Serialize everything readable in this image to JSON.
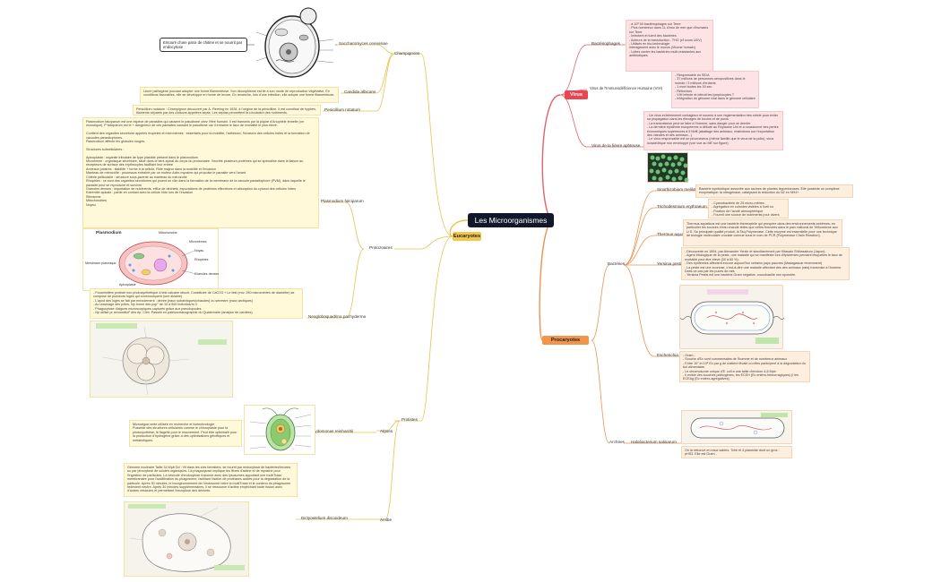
{
  "root": {
    "title": "Les Microorganismes"
  },
  "colors": {
    "virus": "#e8474f",
    "eucaryotes": "#f4c64c",
    "procaryotes": "#f29449",
    "root": "#10182a",
    "link_eu": "#e8c24a",
    "link_vir": "#e0636a",
    "link_pro": "#ea9452"
  },
  "branches": {
    "virus": {
      "label": "Virus",
      "children": {
        "bacteriophages": {
          "label": "Bactériophages",
          "text": "- à 10³ 50 bactériophages sur Terre\n- Plus nombreux dans 1L d'eau de mer que d'humains sur Terre\n- Infectent et tuent des bactéries\n- Acteurs de la transduction - THG (cf cours UDV)\n- Utilisés en bio-technologie\n                          Interagissent avec le mucus (Virome humain)\n- Luttes contre les bactéries multi-résistantes aux antibiotiques"
        },
        "vih": {
          "label": "Virus de l'Immunodéficience Humaine (VIH)",
          "text": "- Responsable du SIDA\n- 37 millions de personnes séropositives dans le monde / 2 millions d'enfants\n- 1 mort toutes les 30 sec\n- Rétrovirus\n- VIH infecte et détruit les lymphocytes T\n- Intégration du génome viral dans le génome cellulaire"
        },
        "fievre": {
          "label": "Virus de la fièvre aphteuse",
          "text": "- Un virus extrêmement contagieux et soumis à une réglementation très stricte pour éviter sa propagation dans les élevages de bovins et de porcs\n- La transmission peut se faire à l'homme, sans danger pour ce dernier\n- La dernière épidémie européenne a débuté au Royaume Uni et a occasionné des pertes économiques supérieures à 5 Md€ (abattage des animaux, restrictions sur l'exportation des viandes et des animaux...)\n- Le virus responsable est un picornavirus (même famille que le virus de la polio), virus icosaédrique non enveloppé (voir vue au ME sur figure)"
        }
      }
    },
    "eucaryotes": {
      "label": "Eucaryotes",
      "children": {
        "champignons": {
          "label": "Champignons"
        },
        "saccharomyces": {
          "label": "Saccharomyces cerevisiae"
        },
        "callout": {
          "text": "Entouré d'une paroi de chitine et se nourrit par\nendocytose"
        },
        "candida": {
          "label": "Candida albicans",
          "text": "Leure pathogène pouvant adopter une forme filamenteuse. Son dimorphisme est lié à son mode de reproduction végétative. En conditions favorables, elle se développe en forme de levure. En revanche, lors d'une infection, elle adopte une forme filamenteuse."
        },
        "penicillium": {
          "label": "Penicillium notatum",
          "text": "Penicillium notatum : Champignon découvert par A. Fleming en 1928, à l'origine de la pénicilline. Il est constitué de hyphes, filaments séparés par des cloisons appelées septa. Les septas permettent la circulation des nutriments."
        },
        "protozoaires": {
          "label": "Protozoaires"
        },
        "plasmodium": {
          "label": "Plasmodium falciparum",
          "text": "Plasmodium falciparum est une espèce de parasites qui causent le paludisme chez l'être humain. Il est transmis par la piqûre d'Anophèle femelle (un moustique). P falciparum est le + dangereux de ces parasites causant le paludisme car il entraîne le taux de mortalité le plus élevé.\n\nContient des organites sécrétoire appelés rhoptries et micronèmes : essentiels pour la mobilité, l'adhésion, l'invasion des cellules hôtes et la formation de vacuoles parasitophores.\nPlasmodium affecte les globules rouges.\n\nStructures subcellulaires :\n\nApicoplaste : organite tributaire de type plastide présent dans le plasmodium\nMicronème : organisque sécrétoire, situé dans le tiers apical du corps du protozoaire. Secrète plusieurs protéines qui se spécialise dans la liaison au récepteurs de surface des erythrocytes facilitant leur entrée\nAnneaux polaires : stabilité + forme à la cellule. Rôle majeur dans la mobilité et l'invasion\nManteau de mérozoïte : processus entraîné par un moteur Actin-myosine qui propulse le parasite vers l'avant\nCôtérie pelliculaire : structure sous-jacente au manteau du mérozoïte\nRhoptries : ce sont des organites sécrétoires qui jouent un rôle dans la formation de la membrane de la vacuole parasitophore (PVM), dans laquelle le parasite peut se reproduire et survivre\nGranules denses : importation de nutriments, efflux de déchets, exportations de protéines effectrices et absorption du cytosol des cellules hôtes\nExtrémité apicale : partie en contact avec la cellule hôte lors de l'invasion\nRibosome\nMitochondries\nNoyau",
          "figure": {
            "plasmodium": "Plasmodium",
            "mitochondrie": "Mitochondrie",
            "micronemes": "Micronèmes",
            "noyau": "Noyau",
            "membrane": "Membrane plasmique",
            "rhoptries": "Rhoptries",
            "granules": "Granules denses",
            "apicoplaste": "Apicoplaste"
          }
        },
        "neogloboquadrina": {
          "label": "Neogloboquadrina pachyderma",
          "text": "- Foraminifère protiste non photosynthétique à test calcaire structi. Constituée de CaCO3 + Le test (env. 250 micromètres de diamètre) se compose de plusieurs loges qui communiquent (une dizaine)\n- L'ajout des loges se fait par enroulement : dextre (eaux subarctiques/chaudes) ou senestre (eaux arctiques)\n- Au voisinage des pôles, Np forme des pop° de 10 à 500 individus/m 3\n- Phagocytose d'algues microscopiques capturés grâce aux pseudopodes\n- Np utilisé pr reconstitut° des ép. Clim. Passés en paléoocéanographie du Quaternaire (analyse de carottes)."
        },
        "protistes": {
          "label": "Protistes"
        },
        "algues": {
          "label": "Algues"
        },
        "chlamydomonas": {
          "label": "Chlamydomonas reinhardtii",
          "text": "Microalgue verte utilisée en recherche et biotechnologie\nPossède des structures cellulaires comme le chloroplaste pour la photosynthèse, le flagelle pour le mouvement. Peut être optimisée pour la production d'hydrogène grâce à des optimisations génétiques et métaboliques."
        },
        "amibe": {
          "label": "Amibe"
        },
        "dictyostelium": {
          "label": "Dictyostelium discoideum",
          "text": "Génome nucléaire Taille 34 Mpb Dd : Vit dans les sols forestiers, se nourrit par endocytose de bactéries/levures ou par pinocytose de solutés organiques. La phagocytose implique les fibres d'actine et de myosine pour l'ingestion de particules. La vésicule d'endocytose fusionne avec des lysosomes apportant une multiTrase membranaire pour l'acidification du phagosome, facilitant l'action de protéases acides pour la dégradation de la particule. Après 30 minutes, le bourgeonnement de l'endosome retire la multiTrase et le contenu du phagosome redevient neutre. Après 30 minutes supplémentaires, il se ressource d'actine empêchant toute fusion avec d'autres vésicules et permettant l'exocytose des déchets."
        }
      }
    },
    "procaryotes": {
      "label": "Procaryotes",
      "children": {
        "bacteries": {
          "label": "Bactéries"
        },
        "archees": {
          "label": "Archées"
        },
        "sinorhizobium": {
          "label": "Sinorhizobium meliloti",
          "text": "Bactérie symbiotique associée aux racines de plantes légumineuses. Elle possède un complexe enzymatique: la nitrogénase, catalysant la réduction du N2 en NH4+"
        },
        "trichodesmium": {
          "label": "Trichodesmium erythraeum",
          "text": "- Cyanobactérie de 25 micro-mètres\n- Agrégation en colonies visibles à l'oeil nu\n- Fixation de l'azote atmosphérique\n- Fournit une source de nutriments pour divers organismes"
        },
        "thermus": {
          "label": "Thermus aquaticus (Taq)",
          "text": "Thermus aquaticus est une bactérie thermophile qui prospère dans des environnements extrêmes, en particulier les sources d'eau chaude telles que celles trouvées dans le parc national de Yellowstone aux U.S. Sa principale qualité produit, la Taq Polymerase. Cette enzyme est essentielle pour une technique de biologie moléculaire cruciale connue sous le nom de PCR (Polymerase Chain Reaction)."
        },
        "yersinia": {
          "label": "Yersinia pestis",
          "text": "- Découverte en 1894, par Alexandre Yersin et simultanément par Kitasato Shibasaburo (Japon).\n- Agent étiologique de la peste, une maladie qui se manifeste lors d'épidémies pendant lesquelles le taux de mortalité peut être élevé (30 à 60 %).\n- Des épidémies affectent encore aujourd'hui certains pays pauvres (Madagascar récemment)\n- La peste est une zoonose, c'est-à-dire une maladie affectant des des animaux (rats) transmise à l'homme. Dans ce cas par les puces de rats\n- Yersinia Pestis est une bactérie Gram négative, coccobacille non sporulée."
        },
        "escherichia": {
          "label": "Escherichia coli",
          "text": "- Gram -\n- Souche d'Ec sont commensales de l'homme et de nombreux animaux\n- Entre 10⁷ et 10⁸ Ec par g de matière fécale où elles participent à la dégradation du bol alimentaire.\n- Le chromosome unique d'E. coli a une taille d'environ 4,6 Mpb\n- Il existe des souches pathogènes, les ECEH (Ec entéro-hémorragiques) (/ les ECEAg (Ec entéro-agrégatives)"
        },
        "halobacterium": {
          "label": "Halobacterium salinarum",
          "text": "On la retrouve en eaux salées. Tché et 4 plasmide dont un gros : pHS3. Elle est Gram -"
        }
      }
    }
  }
}
